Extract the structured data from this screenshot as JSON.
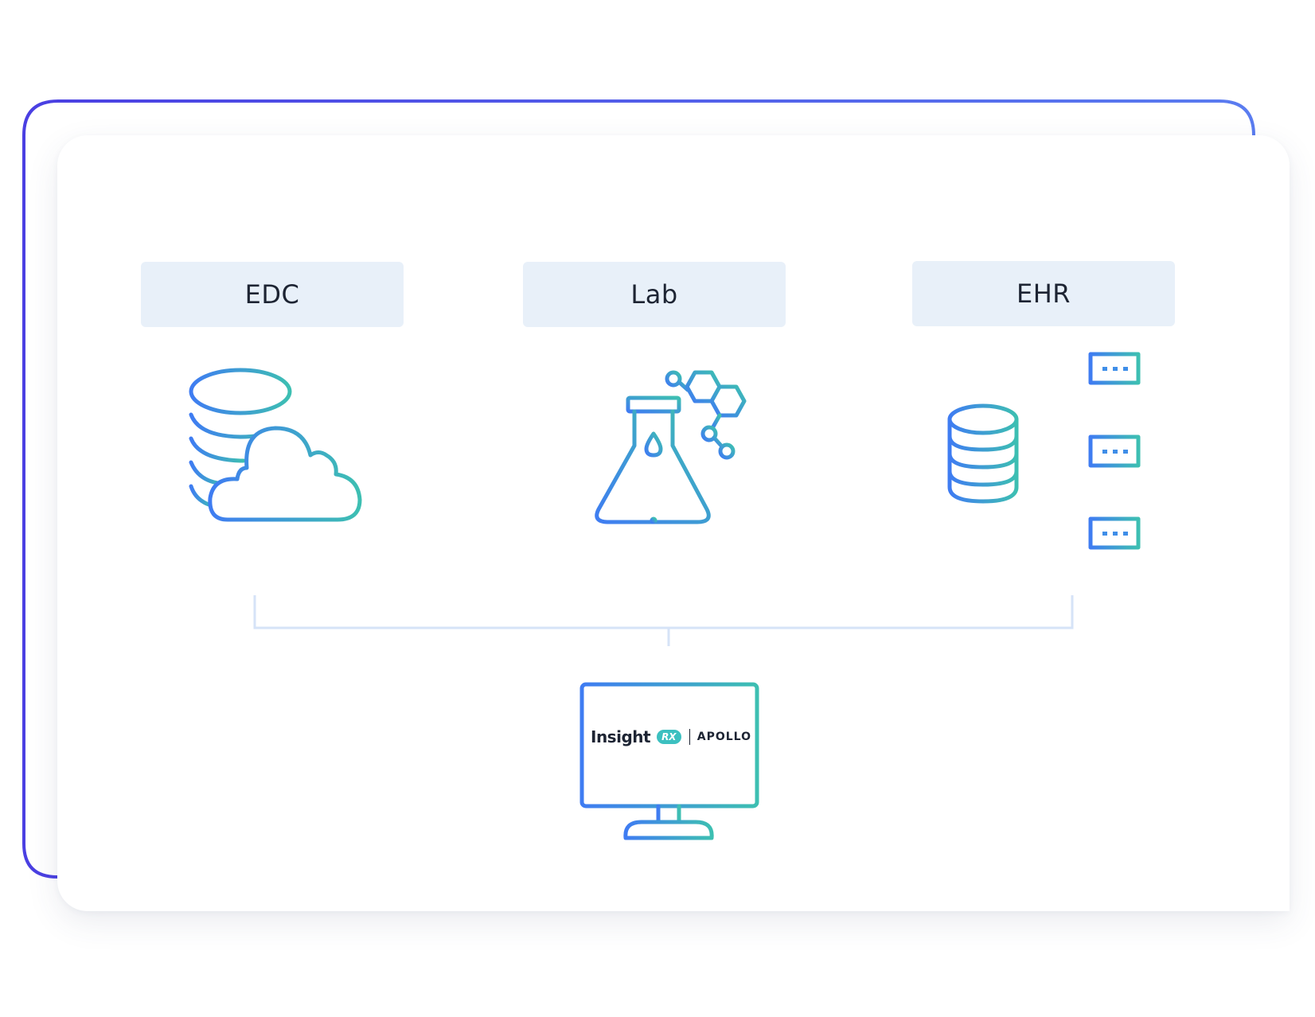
{
  "sources": [
    {
      "id": "edc",
      "label": "EDC",
      "icon": "database-cloud-icon"
    },
    {
      "id": "lab",
      "label": "Lab",
      "icon": "flask-molecule-icon"
    },
    {
      "id": "ehr",
      "label": "EHR",
      "icon": "database-network-icon"
    }
  ],
  "target": {
    "icon": "monitor-icon",
    "brand_name": "Insight",
    "brand_badge": "RX",
    "product": "APOLLO"
  },
  "colors": {
    "frame_outline": "#4a46e6",
    "gradient_start": "#3f7cf2",
    "gradient_end": "#3dbfb2",
    "label_bg": "#e8f0f9",
    "connector": "#d6e3f7",
    "text": "#1d2433"
  }
}
